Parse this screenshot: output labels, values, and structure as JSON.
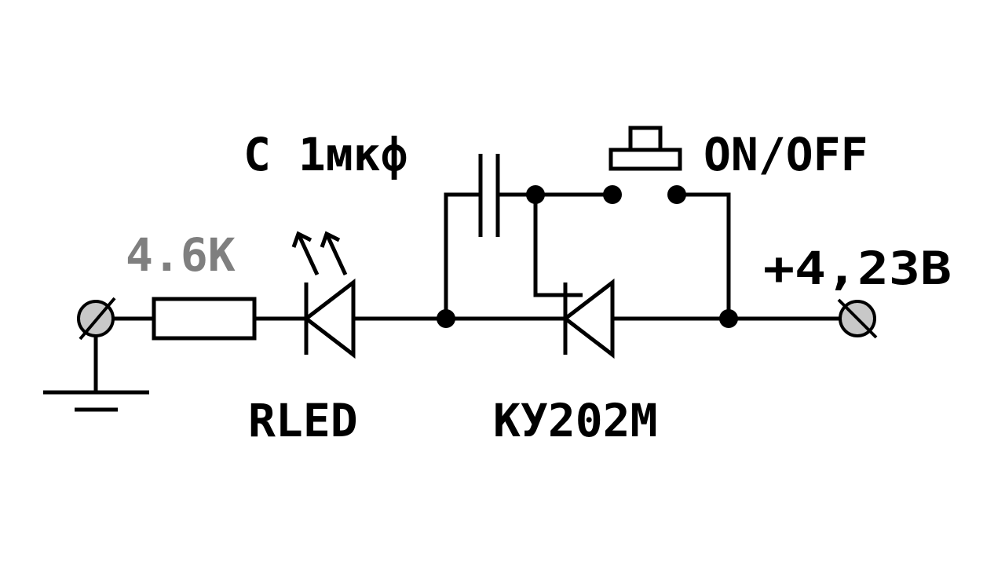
{
  "colors": {
    "ink": "#000000",
    "resistor_label": "#7f7f7f",
    "terminal_fill": "#c8c8c8"
  },
  "components": {
    "capacitor": {
      "label": "С 1мкф"
    },
    "switch": {
      "label": "ON/OFF"
    },
    "resistor": {
      "label": "4.6K"
    },
    "led": {
      "label": "RLED"
    },
    "thyristor": {
      "label": "КУ202М"
    },
    "supply": {
      "label": "+4,23В"
    }
  },
  "icons": {
    "ground": "ground-symbol-icon",
    "terminal": "terminal-circle-icon",
    "led_arrows": "light-emission-arrows-icon"
  }
}
